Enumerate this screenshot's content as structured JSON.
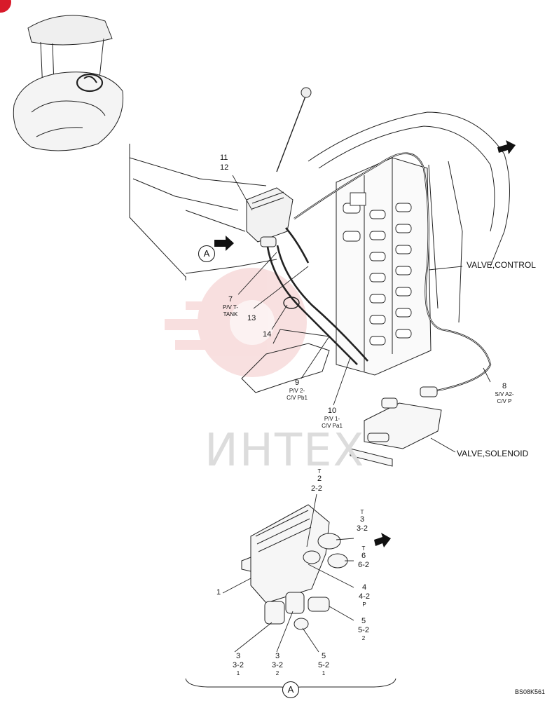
{
  "watermark": "ИНТЕХ",
  "figure_code": "BS08K561",
  "view_label": "A",
  "labels": {
    "valve_control": "VALVE,CONTROL",
    "valve_solenoid": "VALVE,SOLENOID"
  },
  "callouts": {
    "c11": "11",
    "c12": "12",
    "c7": "7",
    "c7_desc1": "P/V T-",
    "c7_desc2": "TANK",
    "c13": "13",
    "c14": "14",
    "c9": "9",
    "c9_desc1": "P/V 2-",
    "c9_desc2": "C/V Pb1",
    "c10": "10",
    "c10_desc1": "P/V 1-",
    "c10_desc2": "C/V Pa1",
    "c8": "8",
    "c8_desc1": "S/V A2-",
    "c8_desc2": "C/V P",
    "d1": "1",
    "d2_port": "T",
    "d2": "2",
    "d2_2": "2-2",
    "d3t_port": "T",
    "d3t": "3",
    "d3t_2": "3-2",
    "d6_port": "T",
    "d6": "6",
    "d6_2": "6-2",
    "d4": "4",
    "d4_2": "4-2",
    "d4_port": "P",
    "d5r": "5",
    "d5r_2": "5-2",
    "d5r_port": "2",
    "d3a": "3",
    "d3a_2": "3-2",
    "d3a_port": "1",
    "d3b": "3",
    "d3b_2": "3-2",
    "d3b_port": "2",
    "d5b": "5",
    "d5b_2": "5-2",
    "d5b_port": "1"
  }
}
